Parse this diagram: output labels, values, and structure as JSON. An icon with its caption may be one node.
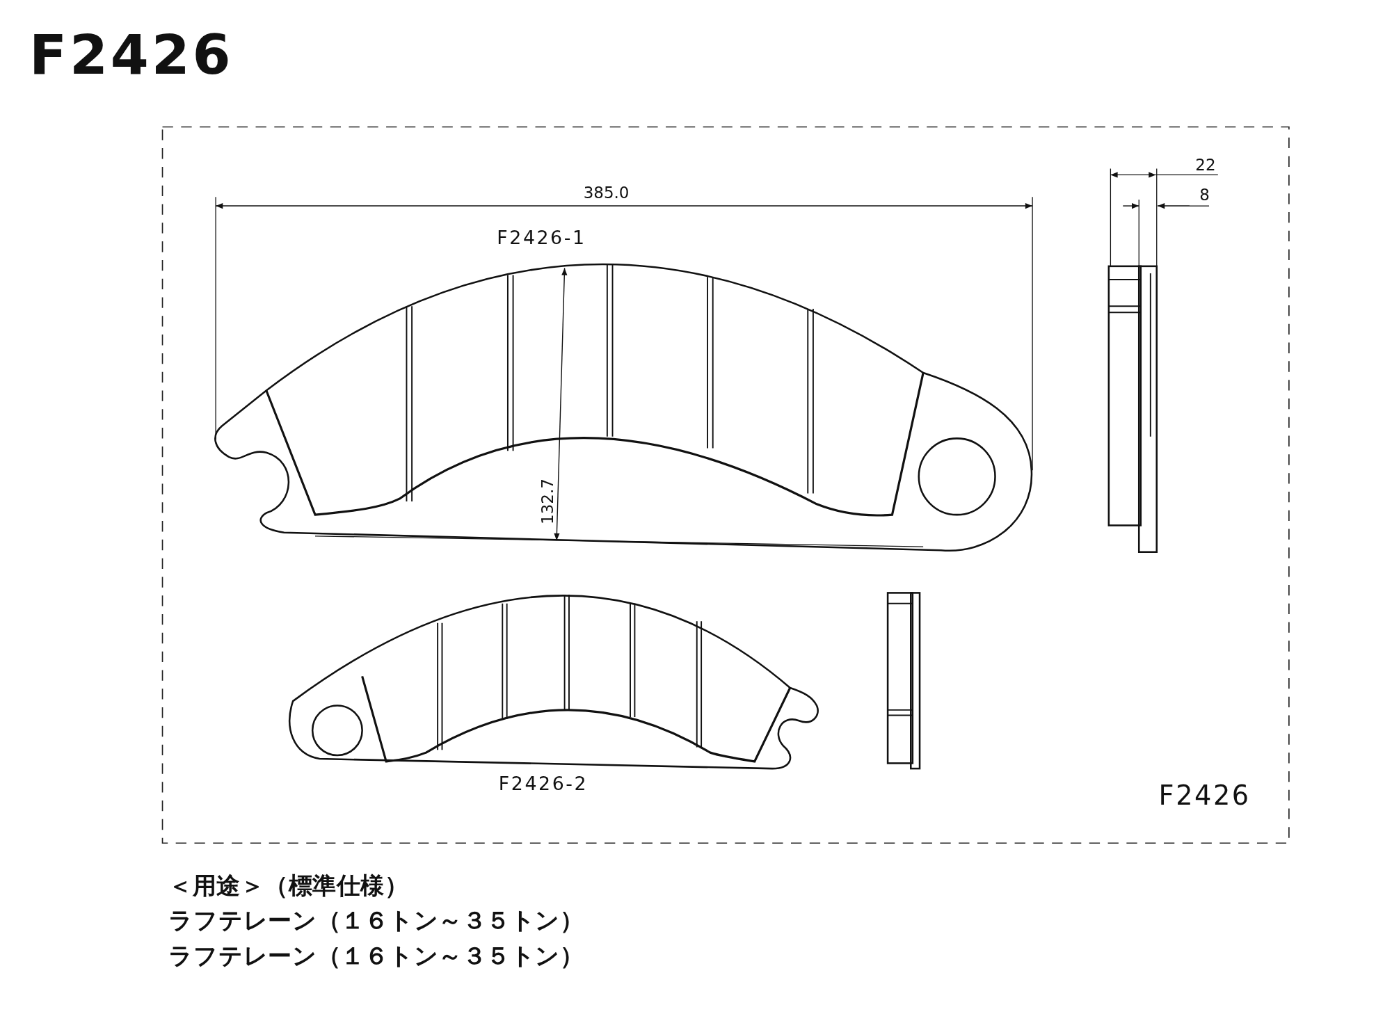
{
  "diagram": {
    "title": "F2426",
    "labels": [
      "385.0",
      "22",
      "8",
      "F2426-1",
      "132.7",
      "F2426-2",
      "F2426",
      "＜用途＞（標準仕様）",
      "ラフテレーン（１６トン～３５トン）",
      "ラフテレーン（１６トン～３５トン）"
    ]
  }
}
